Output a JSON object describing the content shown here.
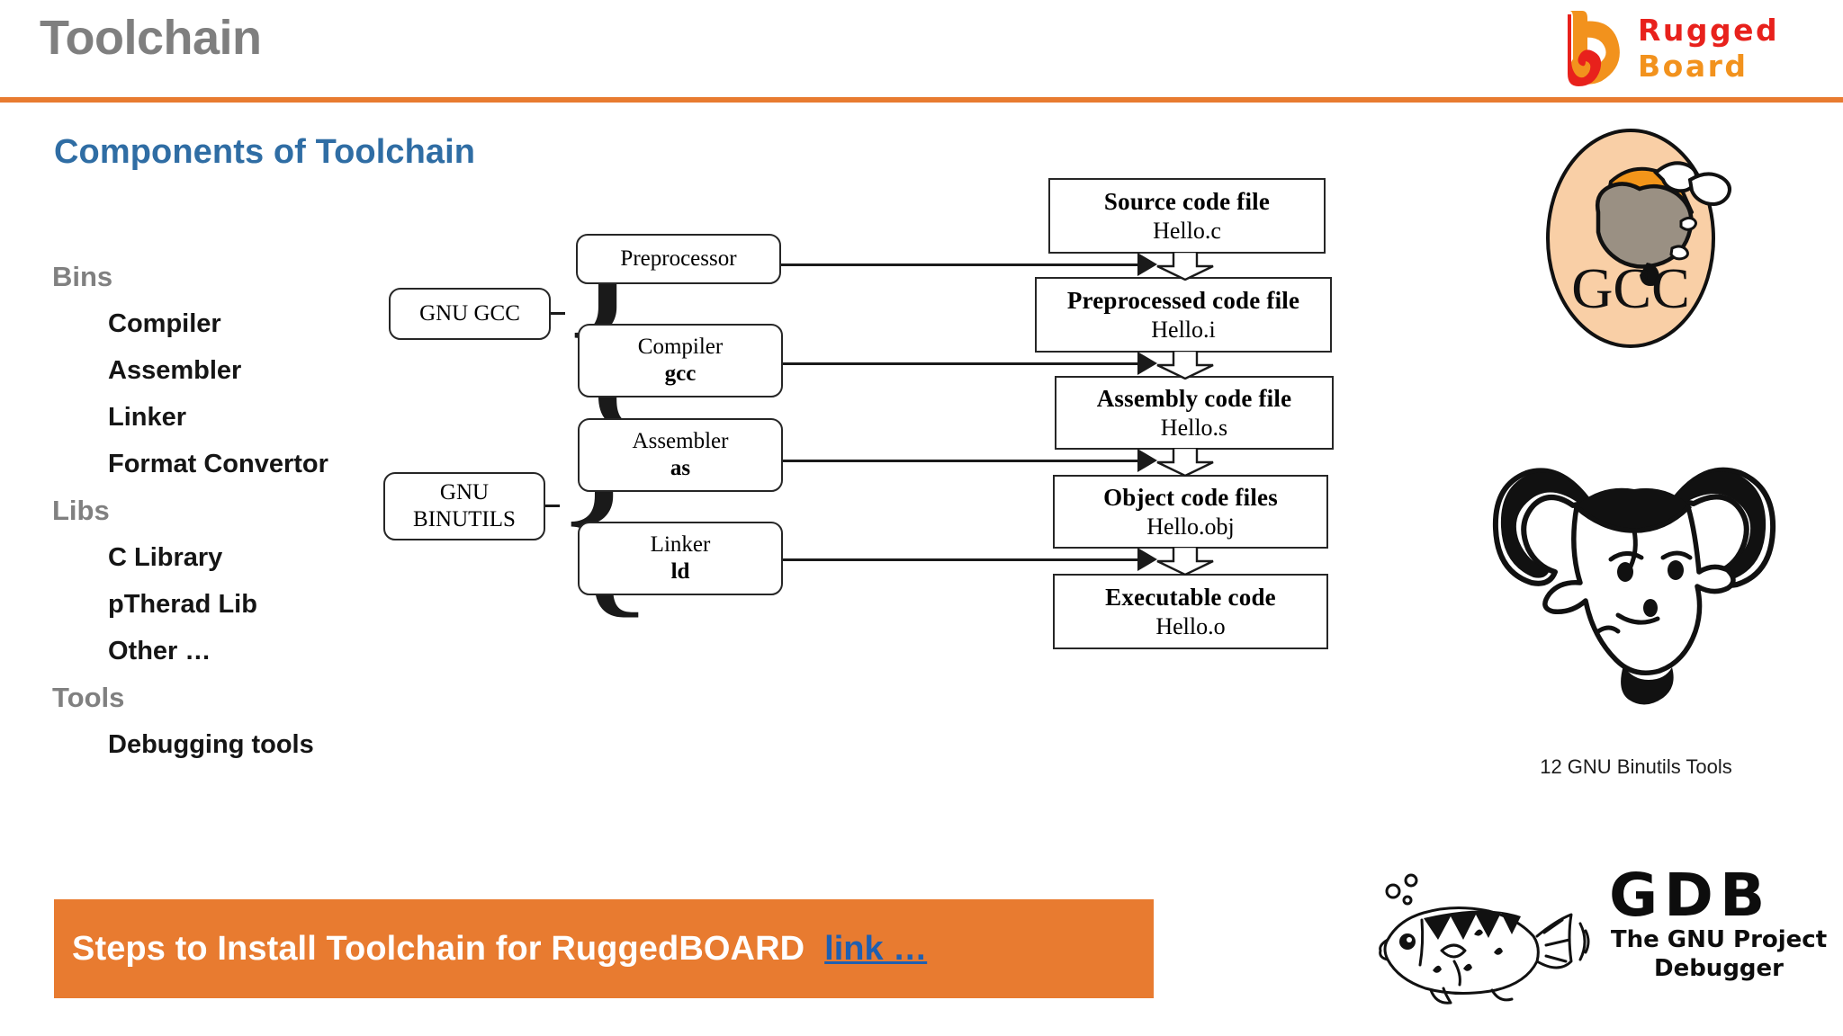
{
  "header": {
    "title": "Toolchain",
    "accent_color": "#e87b30",
    "title_color": "#7f7f7f",
    "brand": {
      "line1": "Rugged",
      "line2": "Board",
      "line1_color": "#e8211c",
      "line2_color": "#f2921d"
    }
  },
  "section": {
    "heading": "Components of Toolchain",
    "heading_color": "#2f6da4"
  },
  "outline": {
    "groups": [
      {
        "label": "Bins",
        "items": [
          "Compiler",
          "Assembler",
          "Linker",
          "Format Convertor"
        ]
      },
      {
        "label": "Libs",
        "items": [
          "C Library",
          "pTherad Lib",
          "Other …"
        ]
      },
      {
        "label": "Tools",
        "items": [
          "Debugging tools"
        ]
      }
    ]
  },
  "diagram": {
    "groups": [
      {
        "name": "GNU GCC",
        "line1": "GNU GCC",
        "line2": ""
      },
      {
        "name": "GNU BINUTILS",
        "line1": "GNU",
        "line2": "BINUTILS"
      }
    ],
    "tools": [
      {
        "line1": "Preprocessor",
        "line2": ""
      },
      {
        "line1": "Compiler",
        "line2": "gcc"
      },
      {
        "line1": "Assembler",
        "line2": "as"
      },
      {
        "line1": "Linker",
        "line2": "ld"
      }
    ],
    "files": [
      {
        "title": "Source code file",
        "filename": "Hello.c"
      },
      {
        "title": "Preprocessed code file",
        "filename": "Hello.i"
      },
      {
        "title": "Assembly code file",
        "filename": "Hello.s"
      },
      {
        "title": "Object code files",
        "filename": "Hello.obj"
      },
      {
        "title": "Executable code",
        "filename": "Hello.o"
      }
    ]
  },
  "logos": {
    "gcc_label": "GCC",
    "gcc_egg_color": "#f9cfa6",
    "binutils_caption": "12 GNU Binutils Tools",
    "gdb": {
      "title": "GDB",
      "subtitle_line1": "The GNU Project",
      "subtitle_line2": "Debugger"
    }
  },
  "footer": {
    "banner_text": "Steps to Install Toolchain for RuggedBOARD",
    "banner_link": "link …",
    "banner_color": "#e87b30",
    "link_color": "#1f5fb0"
  }
}
